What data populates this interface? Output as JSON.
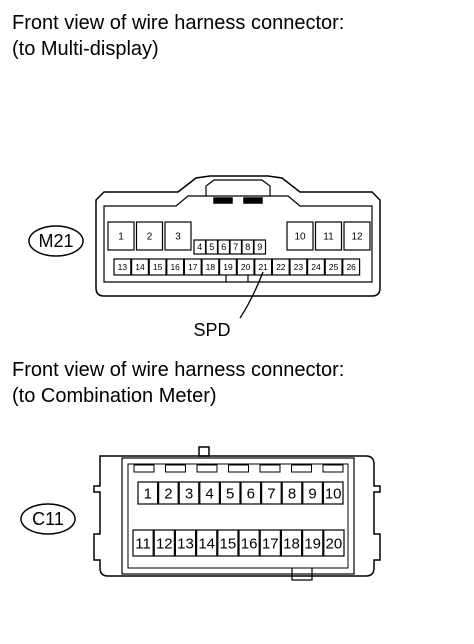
{
  "section_m21": {
    "caption_line1": "Front view of wire harness connector:",
    "caption_line2": "(to Multi-display)",
    "connector_code": "M21",
    "top_left_pins": [
      "1",
      "2",
      "3"
    ],
    "center_pins": [
      "4",
      "5",
      "6",
      "7",
      "8",
      "9"
    ],
    "top_right_pins": [
      "10",
      "11",
      "12"
    ],
    "bottom_pins": [
      "13",
      "14",
      "15",
      "16",
      "17",
      "18",
      "19",
      "20",
      "21",
      "22",
      "23",
      "24",
      "25",
      "26"
    ],
    "callout_label": "SPD"
  },
  "section_c11": {
    "caption_line1": "Front view of wire harness connector:",
    "caption_line2": "(to Combination Meter)",
    "connector_code": "C11",
    "top_pins": [
      "1",
      "2",
      "3",
      "4",
      "5",
      "6",
      "7",
      "8",
      "9",
      "10"
    ],
    "bottom_pins": [
      "11",
      "12",
      "13",
      "14",
      "15",
      "16",
      "17",
      "18",
      "19",
      "20"
    ]
  }
}
